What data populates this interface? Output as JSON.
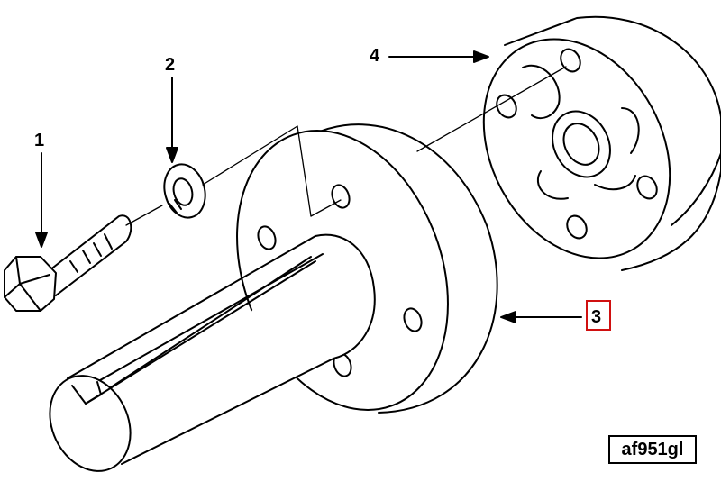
{
  "diagram": {
    "callouts": {
      "bolt": "1",
      "lock_washer": "2",
      "hub_shaft": "3",
      "coupling": "4"
    },
    "figure_id": "af951gl",
    "highlight_color": "#d01010"
  }
}
